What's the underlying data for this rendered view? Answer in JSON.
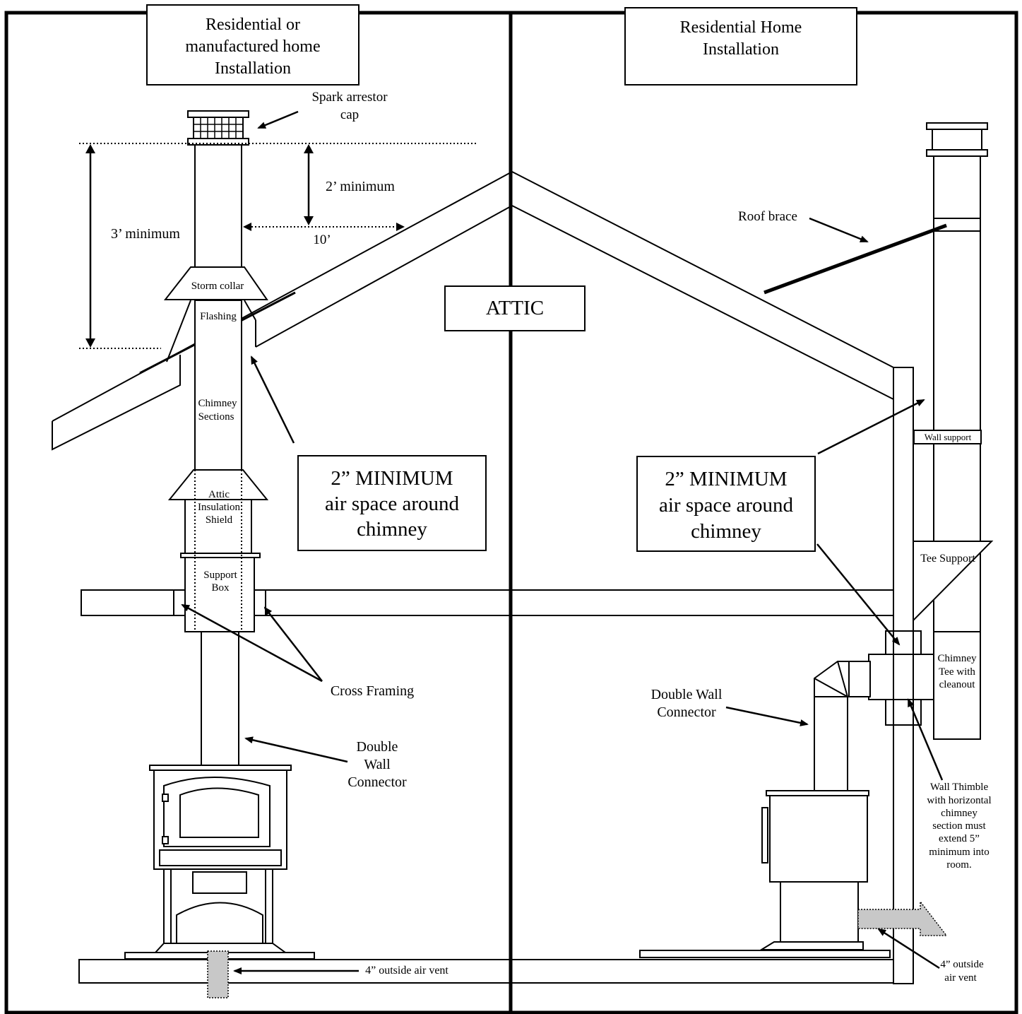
{
  "left_panel": {
    "title_lines": [
      "Residential or",
      "manufactured home",
      "Installation"
    ],
    "spark_arrestor_lines": [
      "Spark arrestor",
      "cap"
    ],
    "two_foot_min": "2’ minimum",
    "ten_foot": "10’",
    "three_foot_min": "3’ minimum",
    "storm_collar": "Storm collar",
    "flashing": "Flashing",
    "chimney_sections_lines": [
      "Chimney",
      "Sections"
    ],
    "attic_insulation_lines": [
      "Attic",
      "Insulation",
      "Shield"
    ],
    "support_box_lines": [
      "Support",
      "Box"
    ],
    "cross_framing": "Cross Framing",
    "double_wall_connector_lines": [
      "Double",
      "Wall",
      "Connector"
    ],
    "air_space_lines": [
      "2” MINIMUM",
      "air space around",
      "chimney"
    ],
    "outside_air_vent": "4” outside air vent"
  },
  "attic_label": "ATTIC",
  "right_panel": {
    "title_lines": [
      "Residential Home",
      "Installation"
    ],
    "roof_brace": "Roof brace",
    "wall_support": "Wall support",
    "tee_support": "Tee Support",
    "chimney_tee_lines": [
      "Chimney",
      "Tee with",
      "cleanout"
    ],
    "double_wall_connector_lines": [
      "Double Wall",
      "Connector"
    ],
    "air_space_lines": [
      "2” MINIMUM",
      "air space around",
      "chimney"
    ],
    "wall_thimble_lines": [
      "Wall Thimble",
      "with horizontal",
      "chimney",
      "section must",
      "extend 5”",
      "minimum into",
      "room."
    ],
    "outside_air_vent_lines": [
      "4” outside",
      "air vent"
    ]
  }
}
